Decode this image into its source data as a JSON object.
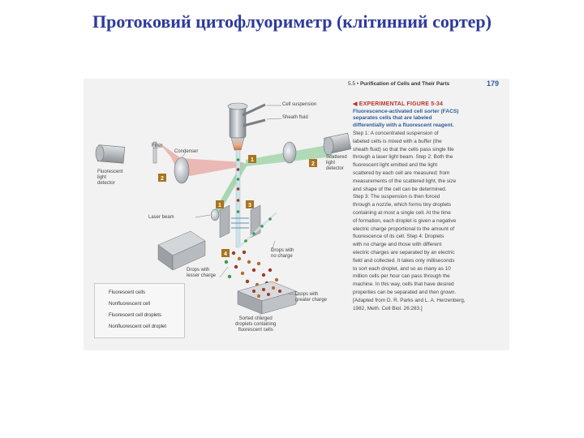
{
  "slide": {
    "title": "Протоковий цитофлуориметр (клітинний сортер)"
  },
  "page": {
    "running_head": {
      "section": "5.5",
      "bullet": "•",
      "title": "Purification of Cells and Their Parts"
    },
    "page_number": "179"
  },
  "figure": {
    "label": "◀ EXPERIMENTAL FIGURE 5-34",
    "title_lines": [
      "Fluorescence-activated cell sorter (FACS)",
      "separates cells that are labeled",
      "differentially with a fluorescent reagent."
    ],
    "body_lines": [
      "Step 1: A concentrated suspension of",
      "labeled cells is mixed with a buffer (the",
      "sheath fluid) so that the cells pass single file",
      "through a laser light beam. Step 2: Both the",
      "fluorescent light emitted and the light",
      "scattered by each cell are measured; from",
      "measurements of the scattered light, the size",
      "and shape of the cell can be determined.",
      "Step 3: The suspension is then forced",
      "through a nozzle, which forms tiny droplets",
      "containing at most a single cell. At the time",
      "of formation, each droplet is given a negative",
      "electric charge proportional to the amount of",
      "fluorescence of its cell. Step 4: Droplets",
      "with no charge and those with different",
      "electric charges are separated by an electric",
      "field and collected. It takes only milliseconds",
      "to sort each droplet, and so as many as 10",
      "million cells per hour can pass through the",
      "machine. In this way, cells that have desired",
      "properties can be separated and then grown.",
      "[Adapted from D. R. Parks and L. A. Herzenberg,",
      "1982, Meth. Cell Biol. 26:283.]"
    ]
  },
  "diagram": {
    "labels": {
      "cell_suspension": "Cell suspension",
      "sheath_fluid": "Sheath fluid",
      "filter": "Filter",
      "condenser": "Condenser",
      "fluorescent_detector": [
        "Fluorescent",
        "light",
        "detector"
      ],
      "scattered_detector": [
        "Scattered",
        "light",
        "detector"
      ],
      "laser_beam": "Laser beam",
      "drops_no_charge": [
        "Drops with",
        "no charge"
      ],
      "drops_lesser_charge": [
        "Drops with",
        "lesser charge"
      ],
      "drops_greater_charge": [
        "Drops with",
        "greater charge"
      ],
      "sorted": [
        "Sorted charged",
        "droplets containing",
        "fluorescent cells"
      ]
    },
    "steps": [
      "1",
      "2",
      "2",
      "1",
      "3",
      "4"
    ]
  },
  "legend": {
    "items": [
      "Fluorescent cells",
      "Nonfluorescent cell",
      "Fluorescent cell droplets",
      "Nonfluorescent cell droplet"
    ]
  },
  "colors": {
    "title": "#2e3a9c",
    "figure_label": "#b8332a",
    "figure_title": "#2e5c9a",
    "step_badge": "#a8741f",
    "laser_beam_green": "#9fd3a8",
    "fluorescence_beam_red": "#e7a6a0",
    "fluorescent_cell": "#9a3a2c",
    "nonfluorescent_cell": "#3a9a4a"
  }
}
